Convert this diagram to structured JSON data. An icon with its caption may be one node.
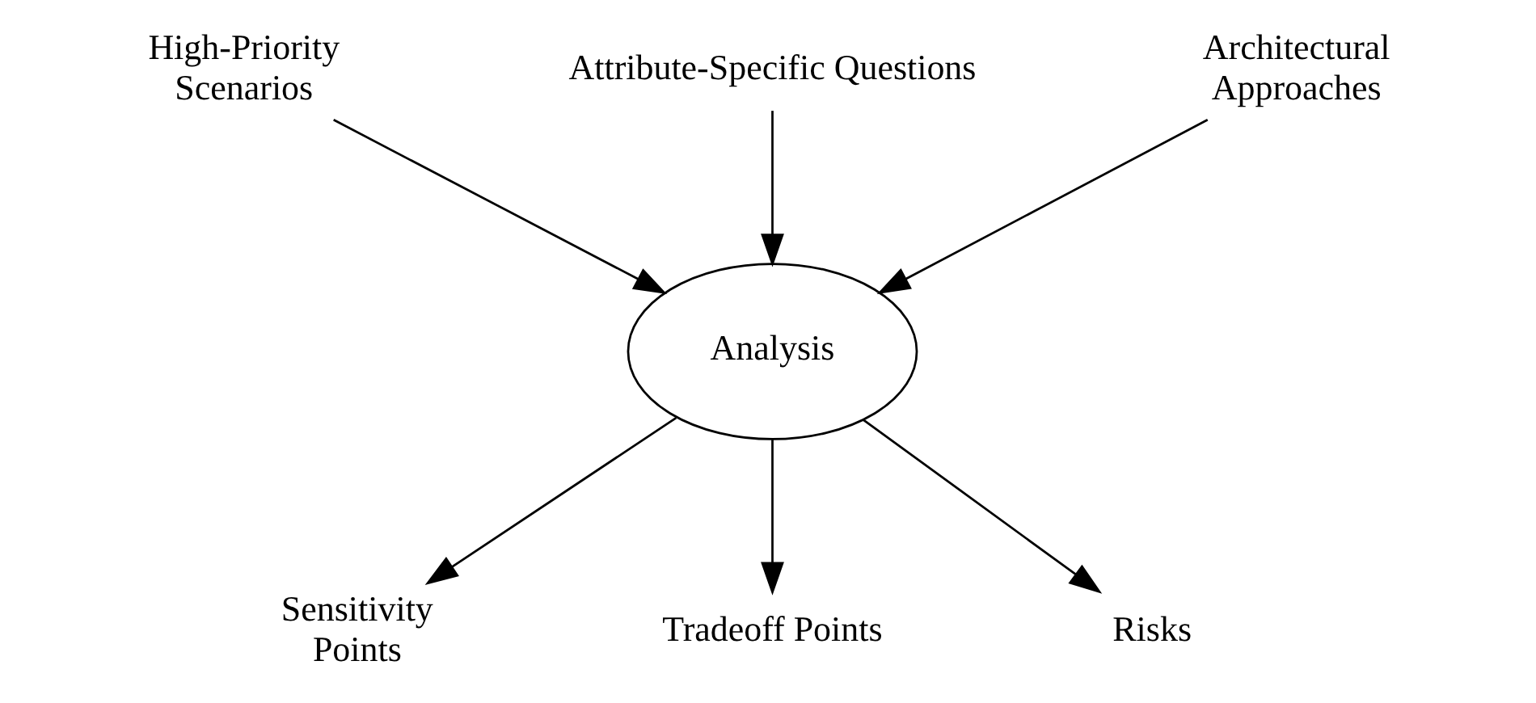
{
  "diagram": {
    "nodes": [
      {
        "text": [
          "High-Priority Scenarios"
        ]
      },
      {
        "text": [
          "Attribute-Specific Questions"
        ]
      },
      {
        "text": [
          "Architectural Approaches"
        ]
      },
      {
        "text": [
          "Analysis"
        ]
      },
      {
        "text": [
          "Sensitivity Points"
        ]
      },
      {
        "text": [
          "Tradeoff Points"
        ]
      },
      {
        "text": [
          "Risks"
        ]
      }
    ],
    "edges": [
      {
        "from": 0,
        "to": 3,
        "arrow": "to"
      },
      {
        "from": 1,
        "to": 3,
        "arrow": "to"
      },
      {
        "from": 2,
        "to": 3,
        "arrow": "to"
      },
      {
        "from": 3,
        "to": 4,
        "arrow": "to"
      },
      {
        "from": 3,
        "to": 5,
        "arrow": "to"
      },
      {
        "from": 3,
        "to": 6,
        "arrow": "to"
      }
    ]
  }
}
